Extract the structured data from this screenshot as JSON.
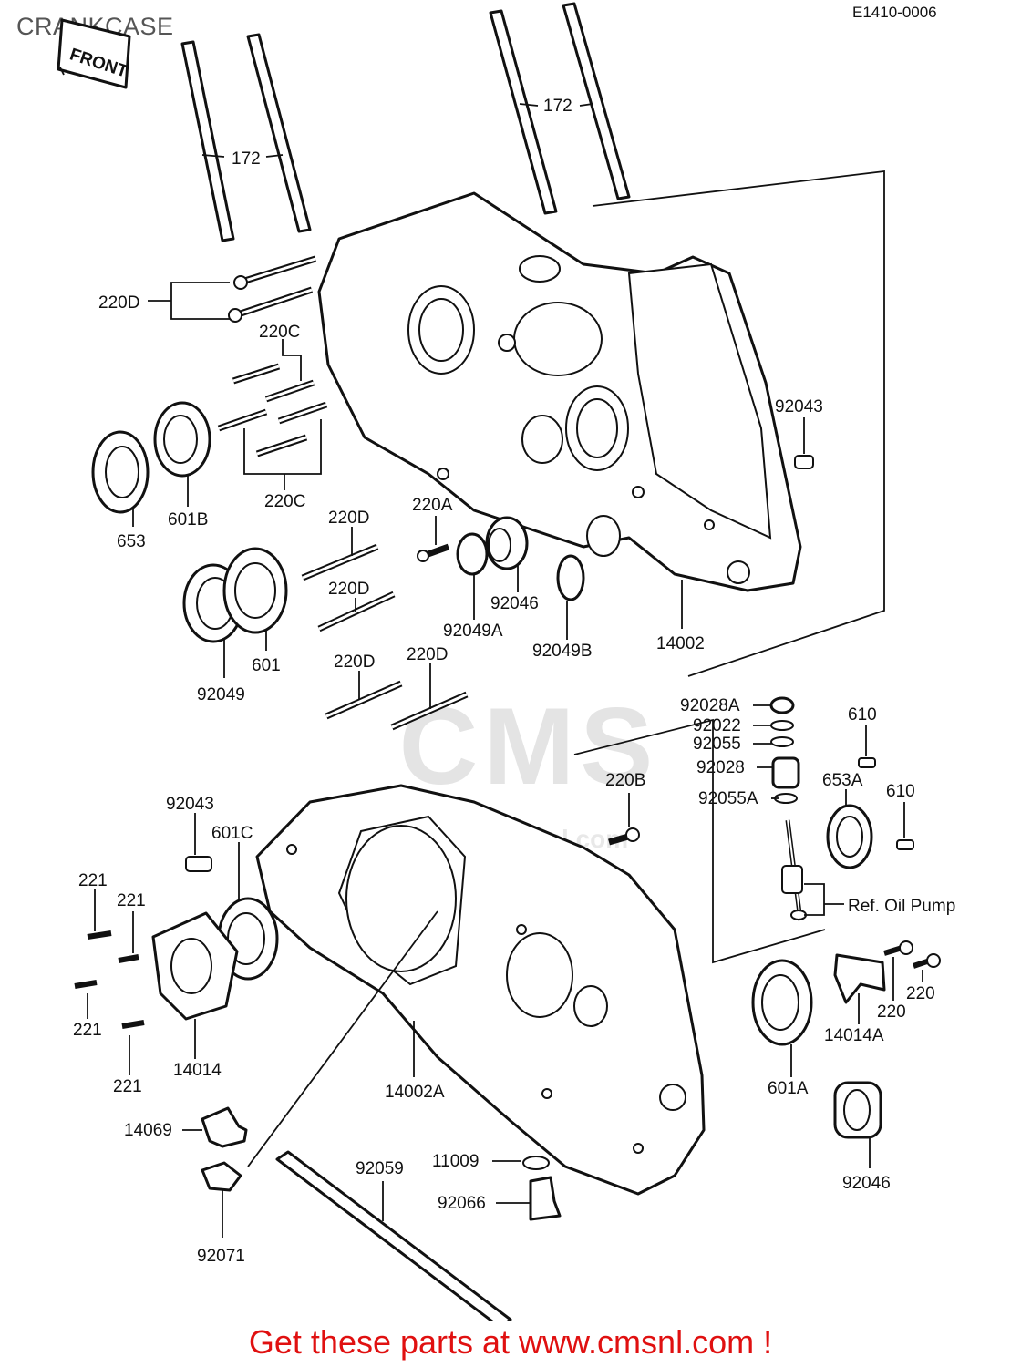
{
  "title": "CRANKCASE",
  "diagram_code": "E1410-0006",
  "front_sign": "FRONT",
  "watermark": "CMS",
  "watermark_sub": "www.cmsnl.com",
  "promo": "Get these parts at www.cmsnl.com !",
  "ref_note": "Ref. Oil Pump",
  "labels": {
    "p172_left": "172",
    "p172_right": "172",
    "p220D_a": "220D",
    "p220C_top": "220C",
    "p220C_bottom": "220C",
    "p653": "653",
    "p601B": "601B",
    "p220D_b": "220D",
    "p220A": "220A",
    "p92046_top": "92046",
    "p92049A": "92049A",
    "p92049B": "92049B",
    "p14002": "14002",
    "p92043_top": "92043",
    "p220D_c": "220D",
    "p601": "601",
    "p92049": "92049",
    "p220D_d": "220D",
    "p220D_e": "220D",
    "p92028A": "92028A",
    "p92022": "92022",
    "p92055": "92055",
    "p92028": "92028",
    "p92055A": "92055A",
    "p610_a": "610",
    "p653A": "653A",
    "p610_b": "610",
    "p220B": "220B",
    "p92043_bottom": "92043",
    "p601C": "601C",
    "p221_a": "221",
    "p221_b": "221",
    "p221_c": "221",
    "p221_d": "221",
    "p14014": "14014",
    "p14002A": "14002A",
    "p601A": "601A",
    "p14014A": "14014A",
    "p220_a": "220",
    "p220_b": "220",
    "p14069": "14069",
    "p92071": "92071",
    "p92059": "92059",
    "p11009": "11009",
    "p92066": "92066",
    "p92046_bottom": "92046"
  }
}
